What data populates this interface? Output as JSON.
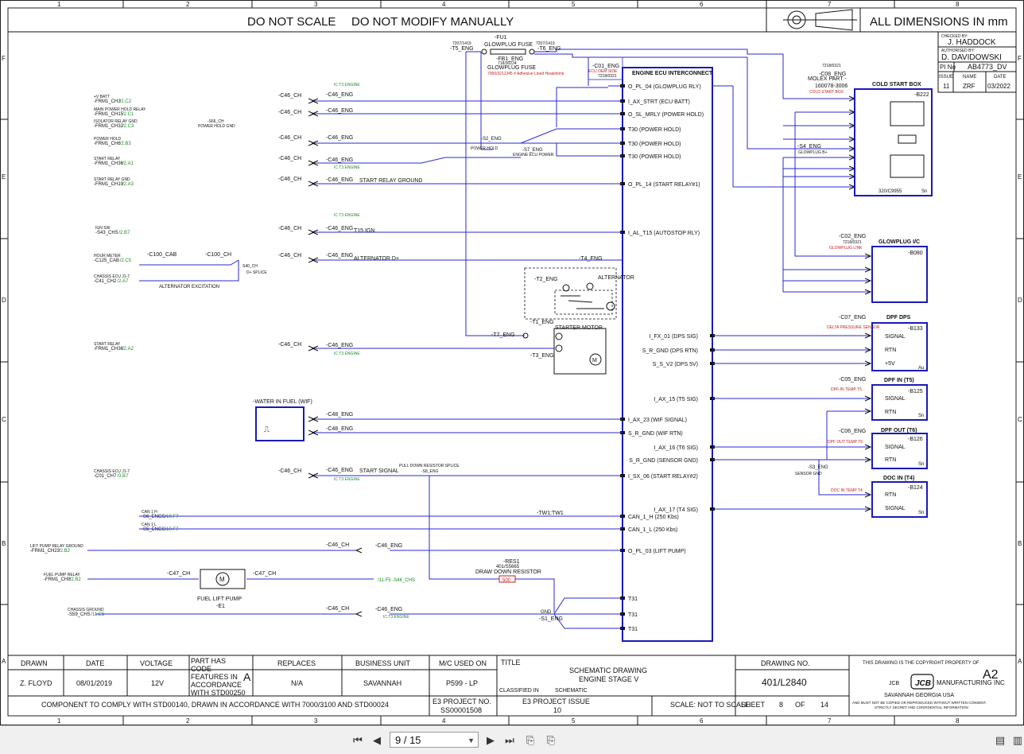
{
  "header": {
    "no_scale": "DO NOT SCALE",
    "no_modify": "DO NOT MODIFY MANUALLY",
    "dimensions": "ALL DIMENSIONS IN mm"
  },
  "grid": {
    "cols": [
      "1",
      "2",
      "3",
      "4",
      "5",
      "6",
      "7",
      "8"
    ],
    "rows": [
      "F",
      "E",
      "D",
      "C",
      "B",
      "A"
    ]
  },
  "revision_block": {
    "checked_by_label": "CHECKED BY:",
    "checked_by": "J. HADDOCK",
    "authorised_by_label": "AUTHORISED BY:",
    "authorised_by": "D. DAVIDOWSKI",
    "pi_label": "PI No",
    "pi_value": "AB4773_DV",
    "issue_label": "ISSUE",
    "name_label": "NAME",
    "date_label": "DATE",
    "issue": "11",
    "name": "ZRF",
    "date": "03/2022"
  },
  "title_block": {
    "drawn_label": "DRAWN",
    "drawn": "Z. FLOYD",
    "date_label": "DATE",
    "date": "08/01/2019",
    "voltage_label": "VOLTAGE",
    "voltage": "12V",
    "part_code_text": "PART HAS CODE FEATURES IN ACCORDANCE WITH STD00250",
    "part_code_letter": "A",
    "replaces_label": "REPLACES",
    "replaces": "N/A",
    "bu_label": "BUSINESS UNIT",
    "bu": "SAVANNAH",
    "mc_label": "M/C USED ON",
    "mc": "P599 - LP",
    "title_label": "TITLE",
    "title_1": "SCHEMATIC DRAWING",
    "title_2": "ENGINE STAGE V",
    "classified_label": "CLASSIFIED IN",
    "classified": "SCHEMATIC",
    "drawing_no_label": "DRAWING NO.",
    "drawing_no": "401/L2840",
    "size": "A2",
    "copyright": "THIS DRAWING IS THE COPYRIGHT PROPERTY OF",
    "jcb": "JCB",
    "manufacturing": "MANUFACTURING INC",
    "location": "SAVANNAH     GEORGIA     USA",
    "secret_1": "AND MUST NOT BE COPIED OR REPRODUCED WITHOUT WRITTEN CONSENT.",
    "secret_2": "STRICTLY SECRET AND CONFIDENTIAL INFORMATION",
    "comply": "COMPONENT TO COMPLY WITH STD00140, DRAWN IN ACCORDANCE WITH 7000/3100 AND STD00024",
    "e3_project_label": "E3 PROJECT NO.",
    "e3_project": "SS00001508",
    "e3_issue_label": "E3 PROJECT ISSUE",
    "e3_issue": "10",
    "scale": "SCALE:   NOT TO SCALE",
    "sheet_label": "SHEET",
    "sheet": "8",
    "of_label": "OF",
    "sheets_total": "14"
  },
  "ecu": {
    "connector": "-C01_ENG",
    "connector_side": "ECU OEM SIDE",
    "connector_part": "7218/0321",
    "title": "ENGINE ECU INTERCONNECT",
    "pins": [
      "O_PL_04 (GLOWPLUG RLY)",
      "I_AX_STRT (ECU BATT)",
      "O_SL_MRLY (POWER HOLD)",
      "T30 (POWER HOLD)",
      "T30 (POWER HOLD)",
      "T30 (POWER HOLD)",
      "O_PL_14 (START RELAY#1)",
      "I_AL_T15 (AUTOSTOP RLY)",
      "I_AX_23 (WIF SIGNAL)",
      "S_R_GND (WIF RTN)",
      "I_SX_06 (START RELAY#2)",
      "CAN_1_H (250 Kbs)",
      "CAN_1_L (250 Kbs)",
      "O_PL_03 (LIFT PUMP)",
      "T31",
      "T31",
      "T31"
    ],
    "right_pins": [
      "I_FX_01 (DPS SIG)",
      "S_R_GND (DPS RTN)",
      "S_S_V2 (DPS 5V)",
      "I_AX_15 (T5 SIG)",
      "I_AX_16 (T6 SIG)",
      "S_R_GND (SENSOR GND)",
      "I_AX_17 (T4 SIG)"
    ]
  },
  "left_refs": [
    {
      "name": "-FRM1_CH3",
      "ref": "/2.C2",
      "sig": "+V BATT"
    },
    {
      "name": "-FRM1_CH15",
      "ref": "/2.C1",
      "sig": "MAIN POWER HOLD RELAY"
    },
    {
      "name": "-FRM1_CH32",
      "ref": "/2.C3",
      "sig": "ISOLATOR RELAY GND"
    },
    {
      "name": "-FRM1_CH6",
      "ref": "/2.B3",
      "sig": "POWER HOLD"
    },
    {
      "name": "-FRM1_CH36",
      "ref": "/2.A1",
      "sig": "START RELAY"
    },
    {
      "name": "-FRM1_CH19",
      "ref": "/2.A3",
      "sig": "START RELAY GND"
    },
    {
      "name": "-S43_CHS",
      "ref": "/2.B7",
      "sig": "IGN SW"
    },
    {
      "name": "-C125_CAB",
      "ref": "/2.C5",
      "sig": "HOUR METER"
    },
    {
      "name": "-C41_CH2",
      "ref": "/2.A7",
      "sig": "CHASSIS ECU J1-7"
    },
    {
      "name": "-FRM1_CH36",
      "ref": "/2.A2",
      "sig": "START RELAY"
    },
    {
      "name": "-C01_CH7",
      "ref": "/3.B7",
      "sig": "CHASSIS ECU J1-7"
    },
    {
      "name": "-S6_ENGS",
      "ref": "/10.F7",
      "sig": "CAN 1 H"
    },
    {
      "name": "-S5_ENGS",
      "ref": "/10.F7",
      "sig": "CAN 1 L"
    },
    {
      "name": "-FRM1_CH23",
      "ref": "/2.B2",
      "sig": "LIFT PUMP RELAY GROUND"
    },
    {
      "name": "-FRM1_CH8",
      "ref": "/2.B2",
      "sig": "FUEL PUMP RELAY"
    },
    {
      "name": "-S59_CHS",
      "ref": "/11.E5",
      "sig": "CHASSIS GROUND"
    }
  ],
  "labels": {
    "fuse": "-FU1",
    "fuse_name": "GLOWPLUG FUSE",
    "fuse_left": "-T5_ENG",
    "fuse_right": "-T6_ENG",
    "fuse_code_left": "7207/1419",
    "fuse_code_right": "7207/1419",
    "fb1": "-FB1_ENG",
    "fb1_code": "718/30224",
    "fb1_name": "GLOWPLUG FUSE",
    "fb1_note": "7000/3212J45  #  Adhesive Lined Heatshrink",
    "c46_ch": "-C46_CH",
    "c46_eng": "-C46_ENG",
    "ic_t3": "IC T3 ENGINE",
    "s66": "-S66_CH",
    "power_hold_gnd": "POWER HOLD GND",
    "s2_eng": "-S2_ENG",
    "power_hold": "POWER HOLD",
    "s7_eng": "-S7_ENG",
    "ecu_power": "ENGINE ECU POWER",
    "start_relay_ground": "START RELAY GROUND",
    "t15_ign": "T15 IGN",
    "c100_cab": "-C100_CAB",
    "c100_ch": "-C100_CH",
    "s40_ch": "S40_CH",
    "d_splice": "D+ SPLICE",
    "alt_d": "ALTERNATOR D+",
    "alt_excitation": "ALTERNATOR EXCITATION",
    "t4_eng": "-T4_ENG",
    "t2_eng": "-T2_ENG",
    "alternator": "ALTERNATOR",
    "t1_eng": "-T1_ENG",
    "starter": "STARTER MOTOR",
    "t7_eng": "-T7_ENG",
    "t3_eng": "-T3_ENG",
    "wif": "-WATER IN FUEL (WIF)",
    "c48_eng": "-C48_ENG",
    "start_signal": "START SIGNAL",
    "pull_down": "PULL DOWN RESISTOR SPLICE",
    "s8_eng": "-S8_ENG",
    "tw1": "-TW1:TW1",
    "res1": "-RES1",
    "res_code": "401/S5665",
    "res_name": "DRAW DOWN RESISTOR",
    "res_value": "500",
    "c47_ch": "-C47_CH",
    "fuel_lift_pump": "FUEL LIFT PUMP",
    "e1": "-E1",
    "s46_chs": "/11.F5  -S46_CHS",
    "s1_eng": "-S1_ENG",
    "gnd": "GND",
    "c08_eng": "-C08_ENG",
    "molex": "MOLEX PART -",
    "molex_part": "160078-3006",
    "cold_start_label": "COLD START BOX",
    "cold_start": "COLD START BOX",
    "b222": "-B222",
    "cs_part": "320/C9955",
    "sn": "Sn",
    "s4_eng": "-S4_ENG",
    "glowplug_b": "GLOWPLUG B+",
    "c02_eng": "-C02_ENG",
    "glowplug_link": "GLOWPLUG LINK",
    "glowplug_ic": "GLOWPLUG I/C",
    "b080": "-B080",
    "c07_eng": "-C07_ENG",
    "delta_p": "DELTA PRESSURE SENSOR",
    "dpf_dps": "DPF DPS",
    "b133": "-B133",
    "signal": "SIGNAL",
    "rtn": "RTN",
    "v5": "+5V",
    "au": "Au",
    "c05_eng": "-C05_ENG",
    "dpf_in_temp": "DPF-IN TEMP T5",
    "dpf_in": "DPF IN (T5)",
    "b125": "-B125",
    "c06_eng": "-C06_ENG",
    "dpf_out_temp": "DPF OUT TEMP T6",
    "dpf_out": "DPF OUT (T6)",
    "b126": "-B126",
    "s3_eng": "-S3_ENG",
    "sensor_gnd": "SENSOR GND",
    "doc_in_temp": "DOC IN TEMP T4",
    "doc_in": "DOC IN (T4)",
    "b124": "-B124"
  },
  "toolbar": {
    "first_icon": "first-page-icon",
    "prev_icon": "previous-page-icon",
    "page": "9 / 15",
    "next_icon": "next-page-icon",
    "last_icon": "last-page-icon"
  }
}
